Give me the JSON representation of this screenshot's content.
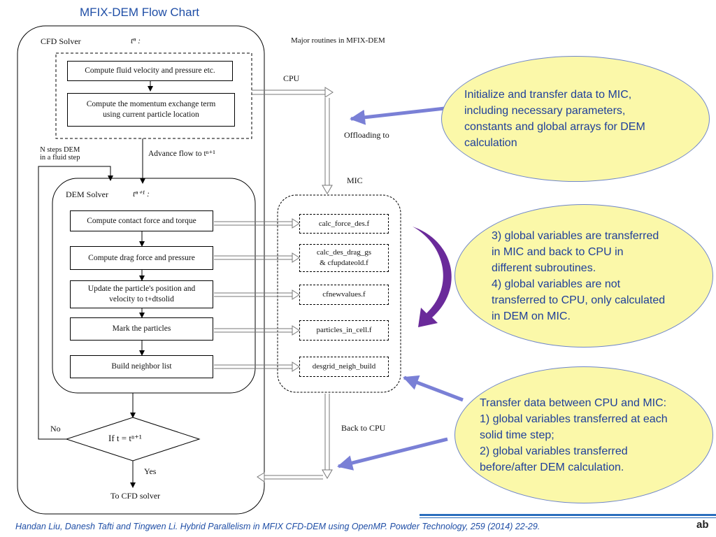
{
  "slide": {
    "title": "MFIX-DEM Flow Chart",
    "citation": "Handan Liu, Danesh Tafti and Tingwen Li. Hybrid Parallelism in MFIX CFD-DEM using OpenMP. Powder Technology, 259 (2014) 22-29.",
    "brand_fragment": "ab",
    "accent_color": "#1f4ea6",
    "bubble_fill": "#fbf8a9",
    "arrow_color": "#7a80d6",
    "curved_arrow_color": "#6a2a9a"
  },
  "cfd": {
    "label": "CFD Solver",
    "time": "tⁿ :",
    "boxes": [
      "Compute fluid velocity and pressure etc.",
      "Compute the momentum exchange term\nusing current particle location"
    ],
    "advance_label": "Advance flow to tⁿ⁺¹"
  },
  "dem": {
    "label": "DEM Solver",
    "time": "tⁿ⁺¹ :",
    "nsteps_label": "N steps DEM\nin a fluid step",
    "boxes": [
      "Compute contact force and torque",
      "Compute drag force and pressure",
      "Update the particle's position and\nvelocity to t+dtsolid",
      "Mark the particles",
      "Build neighbor list"
    ]
  },
  "decision": {
    "label": "If t = tⁿ⁺¹",
    "no_label": "No",
    "yes_label": "Yes",
    "end_label": "To CFD solver"
  },
  "mic": {
    "header": "Major routines in MFIX-DEM",
    "cpu_label": "CPU",
    "offload_label": "Offloading to",
    "mic_label": "MIC",
    "back_label": "Back to CPU",
    "routines": [
      "calc_force_des.f",
      "calc_des_drag_gs\n& cfupdateold.f",
      "cfnewvalues.f",
      "particles_in_cell.f",
      "desgrid_neigh_build"
    ]
  },
  "callouts": [
    "Initialize and transfer data to MIC,\nincluding necessary parameters,\nconstants and global arrays for DEM\ncalculation",
    "3) global variables are transferred\nin MIC and back to CPU in\ndifferent subroutines.\n4) global variables are not\ntransferred to CPU, only calculated\nin DEM on MIC.",
    "Transfer data between CPU and MIC:\n1) global variables transferred at each\nsolid time step;\n2) global variables transferred\nbefore/after DEM calculation."
  ]
}
